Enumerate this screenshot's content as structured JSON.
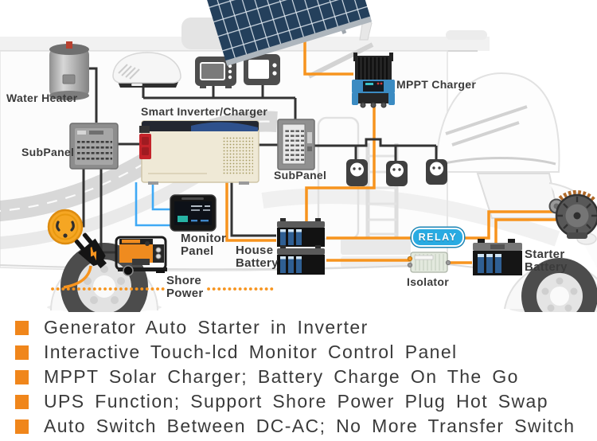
{
  "diagram": {
    "labels": {
      "water_heater": "Water Heater",
      "subpanel_left": "SubPanel",
      "smart_inverter_charger": "Smart Inverter/Charger",
      "mppt_charger": "MPPT Charger",
      "subpanel_right": "SubPanel",
      "monitor_panel_line1": "Monitor",
      "monitor_panel_line2": "Panel",
      "house_battery_line1": "House",
      "house_battery_line2": "Battery",
      "shore_power_line1": "Shore",
      "shore_power_line2": "Power",
      "relay_badge": "RELAY",
      "isolator": "Isolator",
      "starter_battery_line1": "Starter",
      "starter_battery_line2": "Battery"
    },
    "icons": [
      "water-heater-icon",
      "subpanel-icon",
      "rooftop-ac-icon",
      "microwave-icon",
      "tv-icon",
      "solar-panel-icon",
      "mppt-charger-icon",
      "smart-inverter-icon",
      "outlet-icon",
      "monitor-panel-icon",
      "generator-icon",
      "shore-socket-icon",
      "power-plug-icon",
      "house-battery-icon",
      "isolator-icon",
      "starter-battery-icon",
      "alternator-icon",
      "rv-illustration"
    ],
    "colors": {
      "accent_orange": "#F7941E",
      "wire_black": "#333333",
      "wire_blue": "#3FA9F5",
      "relay_blue": "#29ABE2",
      "text_dark": "#3A3A3A"
    }
  },
  "features": {
    "items": [
      "Generator Auto Starter in Inverter",
      "Interactive Touch-lcd Monitor Control Panel",
      "MPPT Solar Charger; Battery Charge On The Go",
      "UPS Function; Support Shore Power Plug Hot Swap",
      "Auto Switch Between DC-AC; No More Transfer Switch"
    ]
  }
}
